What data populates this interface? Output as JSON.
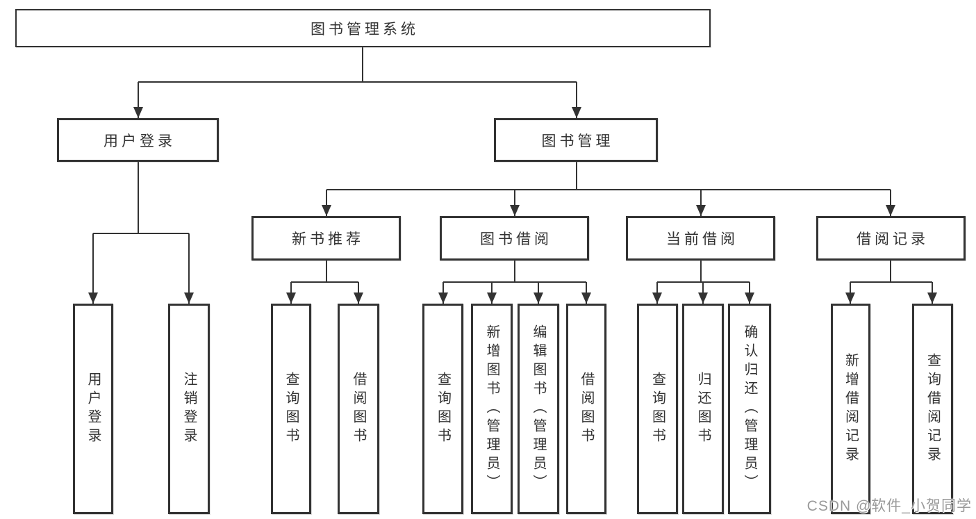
{
  "colors": {
    "background": "#ffffff",
    "line": "#333333",
    "box_border": "#333333",
    "text": "#333333",
    "watermark": "#9a9a9a"
  },
  "diagram": {
    "type": "hierarchy-tree",
    "root": {
      "label": "图书管理系统",
      "children": [
        {
          "label": "用户登录",
          "children": [
            {
              "label": "用户登录"
            },
            {
              "label": "注销登录"
            }
          ]
        },
        {
          "label": "图书管理",
          "children": [
            {
              "label": "新书推荐",
              "children": [
                {
                  "label": "查询图书"
                },
                {
                  "label": "借阅图书"
                }
              ]
            },
            {
              "label": "图书借阅",
              "children": [
                {
                  "label": "查询图书"
                },
                {
                  "label": "新增图书（管理员）"
                },
                {
                  "label": "编辑图书（管理员）"
                },
                {
                  "label": "借阅图书"
                }
              ]
            },
            {
              "label": "当前借阅",
              "children": [
                {
                  "label": "查询图书"
                },
                {
                  "label": "归还图书"
                },
                {
                  "label": "确认归还（管理员）"
                }
              ]
            },
            {
              "label": "借阅记录",
              "children": [
                {
                  "label": "新增借阅记录"
                },
                {
                  "label": "查询借阅记录"
                }
              ]
            }
          ]
        }
      ]
    }
  },
  "watermark": {
    "text": "CSDN @软件_小贺同学"
  }
}
